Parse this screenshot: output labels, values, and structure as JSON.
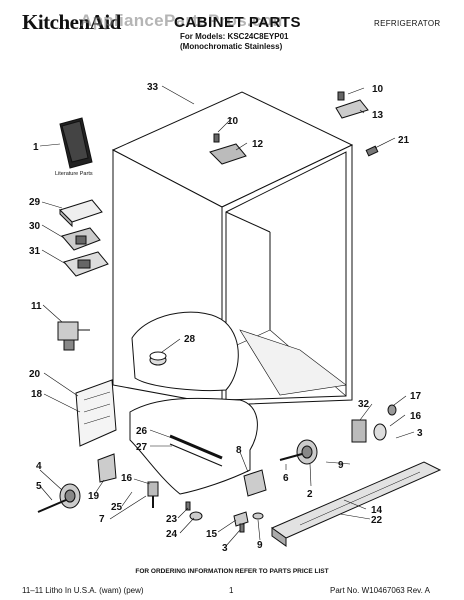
{
  "header": {
    "brand": "KitchenAid",
    "watermark": "AppliancePartsPros.com",
    "title": "CABINET PARTS",
    "category": "REFRIGERATOR",
    "models_line1": "For Models: KSC24C8EYP01",
    "models_line2": "(Monochromatic Stainless)"
  },
  "literature_label": "Literature Parts",
  "callouts": {
    "c33": "33",
    "c10a": "10",
    "c13": "13",
    "c10b": "10",
    "c12": "12",
    "c21": "21",
    "c1": "1",
    "c29": "29",
    "c30": "30",
    "c31": "31",
    "c11": "11",
    "c28": "28",
    "c20": "20",
    "c18": "18",
    "c32": "32",
    "c17": "17",
    "c16": "16",
    "c3a": "3",
    "c26": "26",
    "c27": "27",
    "c8": "8",
    "c9a": "9",
    "c2": "2",
    "c6": "6",
    "c4": "4",
    "c5": "5",
    "c19": "19",
    "c25": "25",
    "c7": "7",
    "c16b": "16",
    "c23": "23",
    "c24": "24",
    "c15": "15",
    "c3b": "3",
    "c9b": "9",
    "c14": "14",
    "c22": "22"
  },
  "footer": {
    "note": "FOR ORDERING INFORMATION REFER TO PARTS PRICE LIST",
    "left": "11–11 Litho In U.S.A. (wam) (pew)",
    "center": "1",
    "right": "Part No. W10467063 Rev. A"
  }
}
